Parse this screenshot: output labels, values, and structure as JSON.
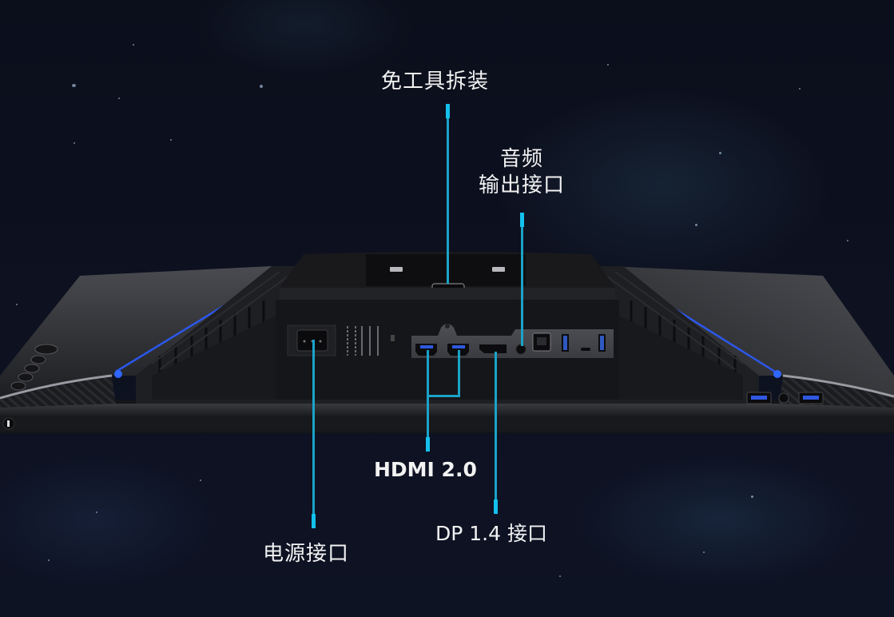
{
  "image": {
    "subject": "monitor rear I/O ports diagram",
    "background": "starry night sky",
    "accent_color": "#1aa3c8",
    "led_color": "#2a5cff"
  },
  "callouts": [
    {
      "id": "tool-free",
      "label": "免工具拆装"
    },
    {
      "id": "audio-out",
      "label_line1": "音频",
      "label_line2": "输出接口"
    },
    {
      "id": "hdmi",
      "label": "HDMI 2.0"
    },
    {
      "id": "dp",
      "label": "DP 1.4 接口"
    },
    {
      "id": "power",
      "label": "电源接口"
    }
  ],
  "ports": {
    "rear": [
      "power-ac",
      "hdmi-1",
      "hdmi-2",
      "displayport",
      "audio-out",
      "usb-b-upstream",
      "usb-a-1",
      "usb-c",
      "usb-a-2"
    ],
    "side": [
      "usb-a-side-1",
      "audio-side",
      "usb-a-side-2"
    ]
  }
}
